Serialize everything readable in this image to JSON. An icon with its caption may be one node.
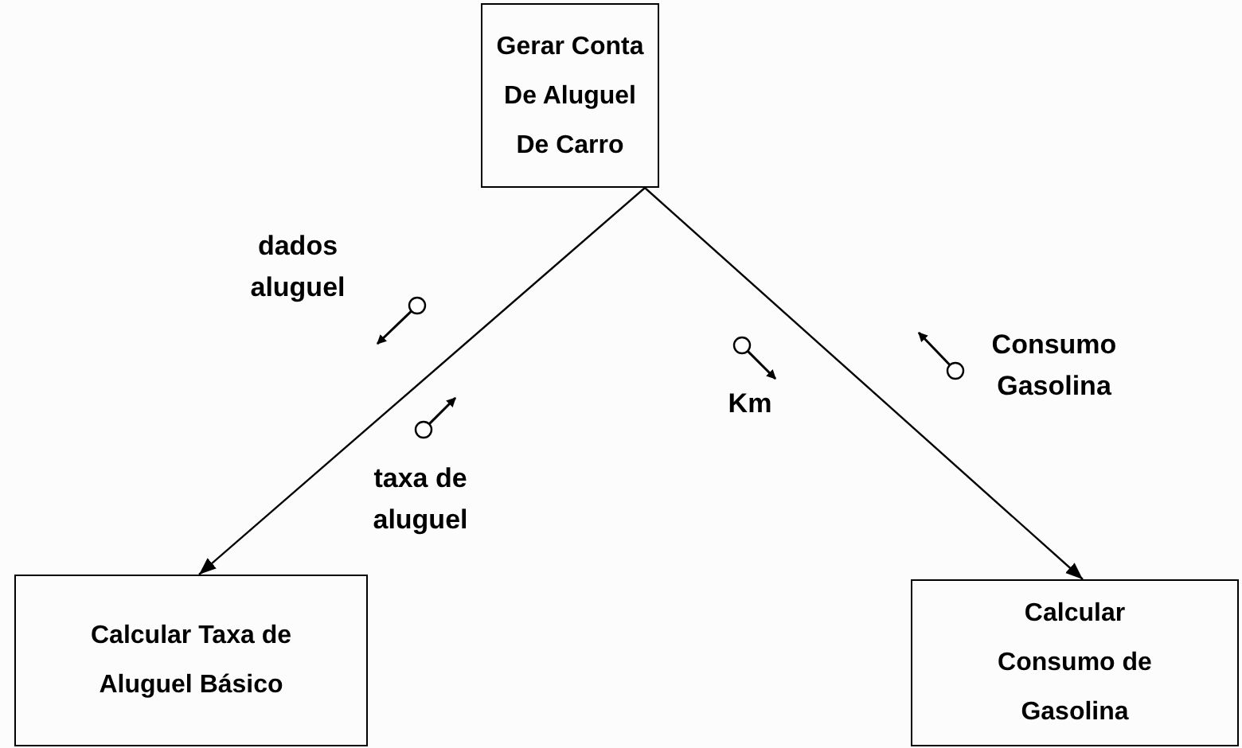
{
  "diagram": {
    "nodes": [
      {
        "text": [
          "Gerar Conta De Aluguel De Carro"
        ]
      },
      {
        "text": [
          "Calcular Taxa de Aluguel Básico"
        ]
      },
      {
        "text": [
          "Calcular Consumo de Gasolina"
        ]
      }
    ],
    "edges": [
      {
        "from": 0,
        "to": 1,
        "arrow": "to"
      },
      {
        "from": 0,
        "to": 2,
        "arrow": "to"
      }
    ],
    "labels": [
      "dados aluguel",
      "taxa de aluguel",
      "Km",
      "Consumo Gasolina"
    ]
  }
}
